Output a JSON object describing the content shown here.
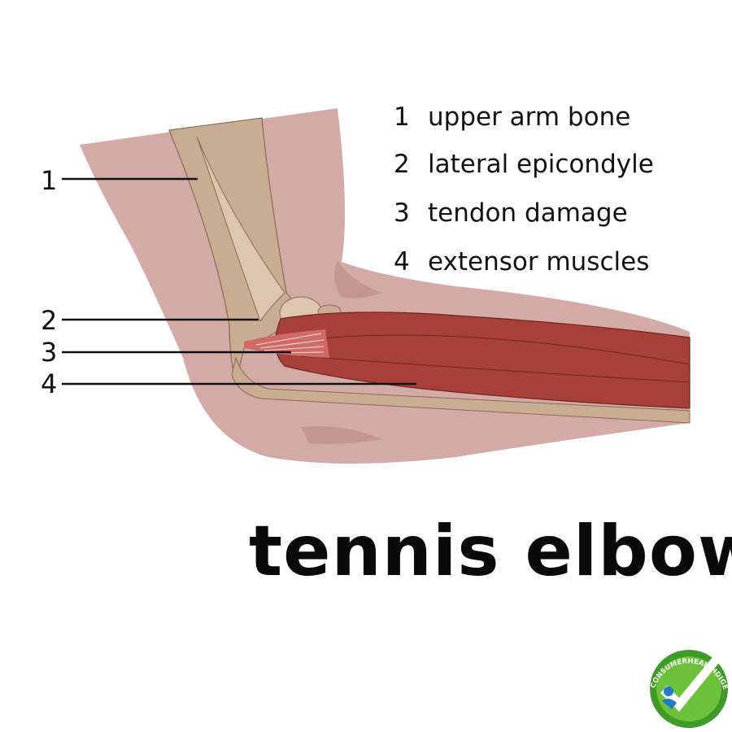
{
  "title": "tennis elbow",
  "legend": [
    {
      "number": "1",
      "label": "upper arm bone"
    },
    {
      "number": "2",
      "label": "lateral epicondyle"
    },
    {
      "number": "3",
      "label": "tendon damage"
    },
    {
      "number": "4",
      "label": "extensor muscles"
    }
  ],
  "callouts": [
    "1",
    "2",
    "3",
    "4"
  ],
  "badge": {
    "text": "CONSUMERHEALTHDIGEST.COM"
  },
  "colors": {
    "skin": "#d4aaa6",
    "skin_shadow": "#c49690",
    "bone": "#c9ad92",
    "bone_light": "#dcc6b0",
    "muscle": "#a8403a",
    "tendon": "#d06a66",
    "badge_green": "#5cb82e",
    "badge_blue": "#1f7ac0"
  }
}
